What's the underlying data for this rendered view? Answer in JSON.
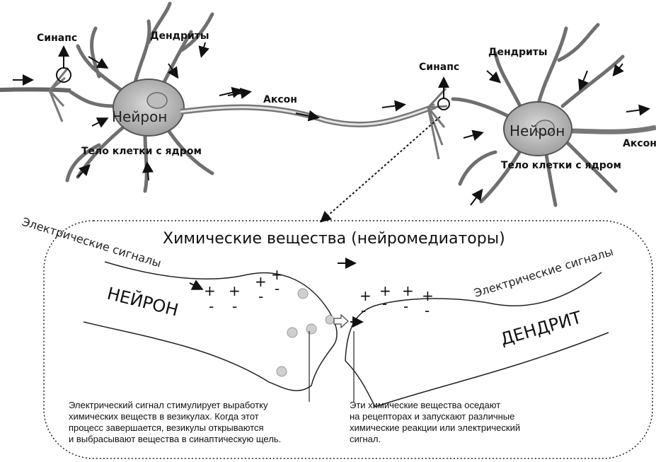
{
  "diagram": {
    "top_labels": {
      "synapse_left": "Синапс",
      "dendrites_left": "Дендриты",
      "neuron_left": "Нейрон",
      "cell_body_left": "Тело клетки с ядром",
      "axon_middle": "Аксон",
      "synapse_right": "Синапс",
      "dendrites_right": "Дендриты",
      "neuron_right": "Нейрон",
      "cell_body_right": "Тело клетки с ядром",
      "axon_right": "Аксон"
    },
    "inset": {
      "title": "Химические вещества (нейромедиаторы)",
      "signals_left": "Электрические сигналы",
      "signals_right": "Электрические сигналы",
      "neuron_label": "НЕЙРОН",
      "dendrite_label": "ДЕНДРИТ",
      "plus": "+",
      "minus": "-",
      "note_left": "Электрический сигнал стимулирует выработку\nхимических веществ в везикулах. Когда этот\nпроцесс завершается, везикулы открываются\nи выбрасывают вещества в синаптическую щель.",
      "note_right": "Эти химические вещества оседают\nна рецепторах и запускают различные\nхимические реакции или электрический\nсигнал."
    }
  }
}
